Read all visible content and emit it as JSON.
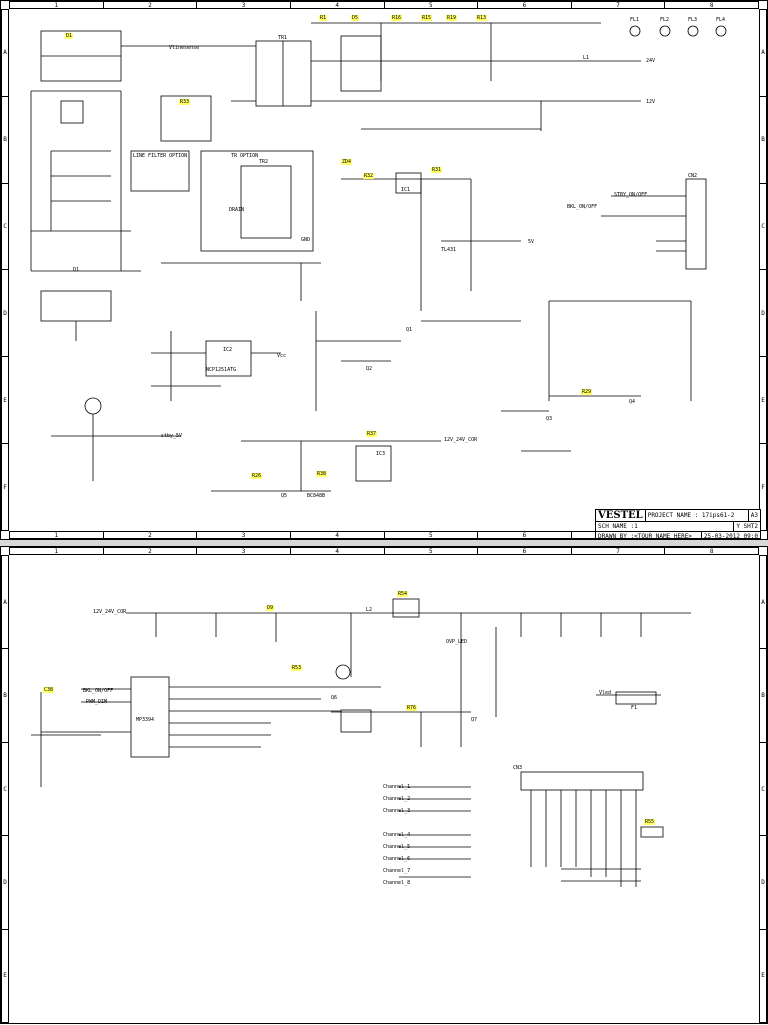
{
  "columns": [
    "1",
    "2",
    "3",
    "4",
    "5",
    "6",
    "7",
    "8"
  ],
  "rows": [
    "A",
    "B",
    "C",
    "D",
    "E",
    "F"
  ],
  "titleblock": {
    "brand": "VESTEL",
    "project_label": "PROJECT NAME : 17ips61-2",
    "size": "A3",
    "sch_name": "SCH NAME :1",
    "sheet": "Y SHT2",
    "drawn_by": "DRAWN BY :<TOUR NAME HERE>",
    "date": "25-03-2012_09:0"
  },
  "top_sheet": {
    "net_labels": [
      {
        "id": "vlinesense",
        "text": "Vlinesense"
      },
      {
        "id": "tr1",
        "text": "TR1"
      },
      {
        "id": "tr2",
        "text": "TR2"
      },
      {
        "id": "tr_option",
        "text": "TR OPTION"
      },
      {
        "id": "line_filter",
        "text": "LINE FILTER OPTION"
      },
      {
        "id": "stby_onoff",
        "text": "STBY_ON/OFF"
      },
      {
        "id": "bkl_onoff",
        "text": "BKL_ON/OFF"
      },
      {
        "id": "cn2",
        "text": "CN2"
      },
      {
        "id": "v12_24_cor",
        "text": "12V_24V_COR"
      },
      {
        "id": "stby_5v",
        "text": "stby_5V"
      },
      {
        "id": "vcc",
        "text": "Vcc"
      },
      {
        "id": "drain",
        "text": "DRAIN"
      },
      {
        "id": "gnd",
        "text": "GND"
      },
      {
        "id": "v24",
        "text": "24V"
      },
      {
        "id": "v12",
        "text": "12V"
      },
      {
        "id": "v5",
        "text": "5V"
      }
    ],
    "components": [
      {
        "id": "fl1",
        "text": "FL1"
      },
      {
        "id": "fl2",
        "text": "FL2"
      },
      {
        "id": "fl3",
        "text": "FL3"
      },
      {
        "id": "fl4",
        "text": "FL4"
      },
      {
        "id": "ic1",
        "text": "IC1"
      },
      {
        "id": "ic2",
        "text": "IC2"
      },
      {
        "id": "ic3",
        "text": "IC3"
      },
      {
        "id": "q1",
        "text": "Q1"
      },
      {
        "id": "q2",
        "text": "Q2"
      },
      {
        "id": "q3",
        "text": "Q3"
      },
      {
        "id": "q4",
        "text": "Q4"
      },
      {
        "id": "q5",
        "text": "Q5"
      },
      {
        "id": "bc",
        "text": "BC848B"
      },
      {
        "id": "ncp",
        "text": "NCP1251ATG"
      },
      {
        "id": "tl431",
        "text": "TL431"
      },
      {
        "id": "l1",
        "text": "L1"
      },
      {
        "id": "d1",
        "text": "D1"
      }
    ]
  },
  "bottom_sheet": {
    "net_labels": [
      {
        "id": "v12_24_cor_b",
        "text": "12V_24V_COR"
      },
      {
        "id": "bkl_onoff_b",
        "text": "BKL_ON/OFF"
      },
      {
        "id": "pwm_dim",
        "text": "PWM_DIM"
      },
      {
        "id": "vled",
        "text": "Vled"
      },
      {
        "id": "ovp_led",
        "text": "OVP_LED"
      }
    ],
    "channels": [
      "Channel_1",
      "Channel_2",
      "Channel_3",
      "Channel_4",
      "Channel_5",
      "Channel_6",
      "Channel_7",
      "Channel_8"
    ],
    "components": [
      {
        "id": "mp3394",
        "text": "MP3394"
      },
      {
        "id": "cn3",
        "text": "CN3"
      },
      {
        "id": "f1",
        "text": "F1"
      },
      {
        "id": "q6",
        "text": "Q6"
      },
      {
        "id": "q7",
        "text": "Q7"
      },
      {
        "id": "l2",
        "text": "L2"
      }
    ]
  }
}
